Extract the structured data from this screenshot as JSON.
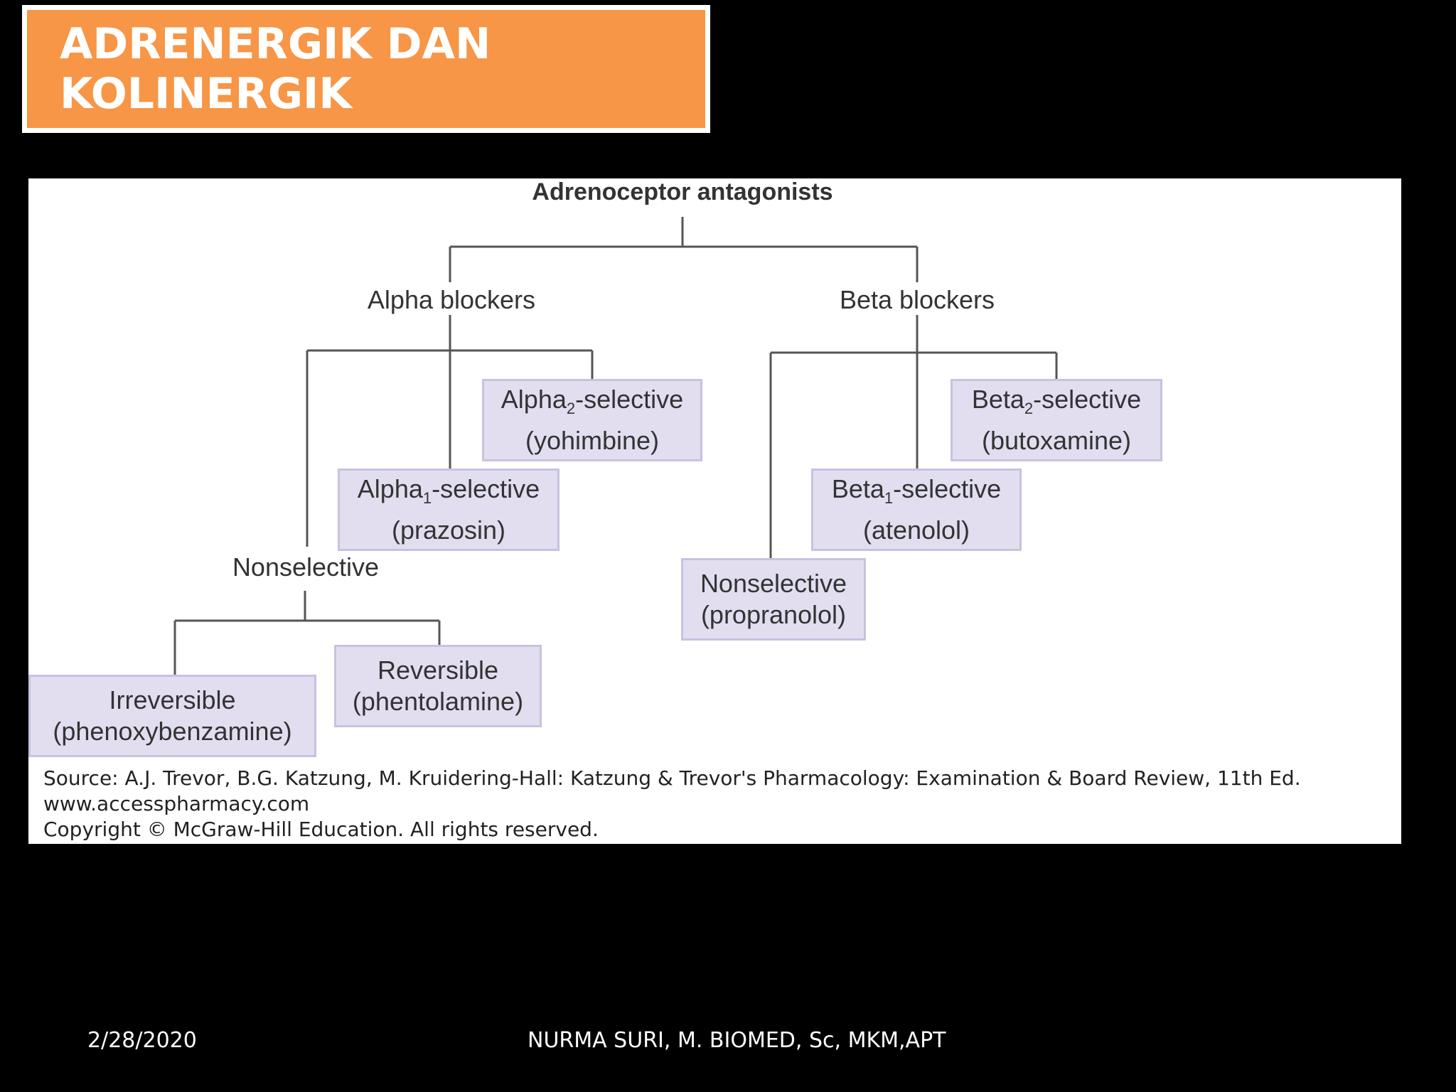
{
  "slide": {
    "title": "ADRENERGIK DAN KOLINERGIK",
    "date": "2/28/2020",
    "author": "NURMA SURI, M. BIOMED, Sc, MKM,APT"
  },
  "diagram": {
    "root": "Adrenoceptor antagonists",
    "alpha": {
      "label": "Alpha blockers",
      "a2_name": "Alpha",
      "a2_sub": "2",
      "a2_rest": "-selective",
      "a2_drug": "(yohimbine)",
      "a1_name": "Alpha",
      "a1_sub": "1",
      "a1_rest": "-selective",
      "a1_drug": "(prazosin)",
      "nonsel": "Nonselective",
      "irrev_l1": "Irreversible",
      "irrev_l2": "(phenoxybenzamine)",
      "rev_l1": "Reversible",
      "rev_l2": "(phentolamine)"
    },
    "beta": {
      "label": "Beta blockers",
      "b2_name": "Beta",
      "b2_sub": "2",
      "b2_rest": "-selective",
      "b2_drug": "(butoxamine)",
      "b1_name": "Beta",
      "b1_sub": "1",
      "b1_rest": "-selective",
      "b1_drug": "(atenolol)",
      "nonsel_l1": "Nonselective",
      "nonsel_l2": "(propranolol)"
    },
    "source_line1": "Source: A.J. Trevor, B.G. Katzung, M. Kruidering-Hall: Katzung & Trevor's Pharmacology: Examination & Board Review, 11th Ed.",
    "source_line2": "www.accesspharmacy.com",
    "source_line3": "Copyright © McGraw-Hill Education.  All rights reserved."
  }
}
